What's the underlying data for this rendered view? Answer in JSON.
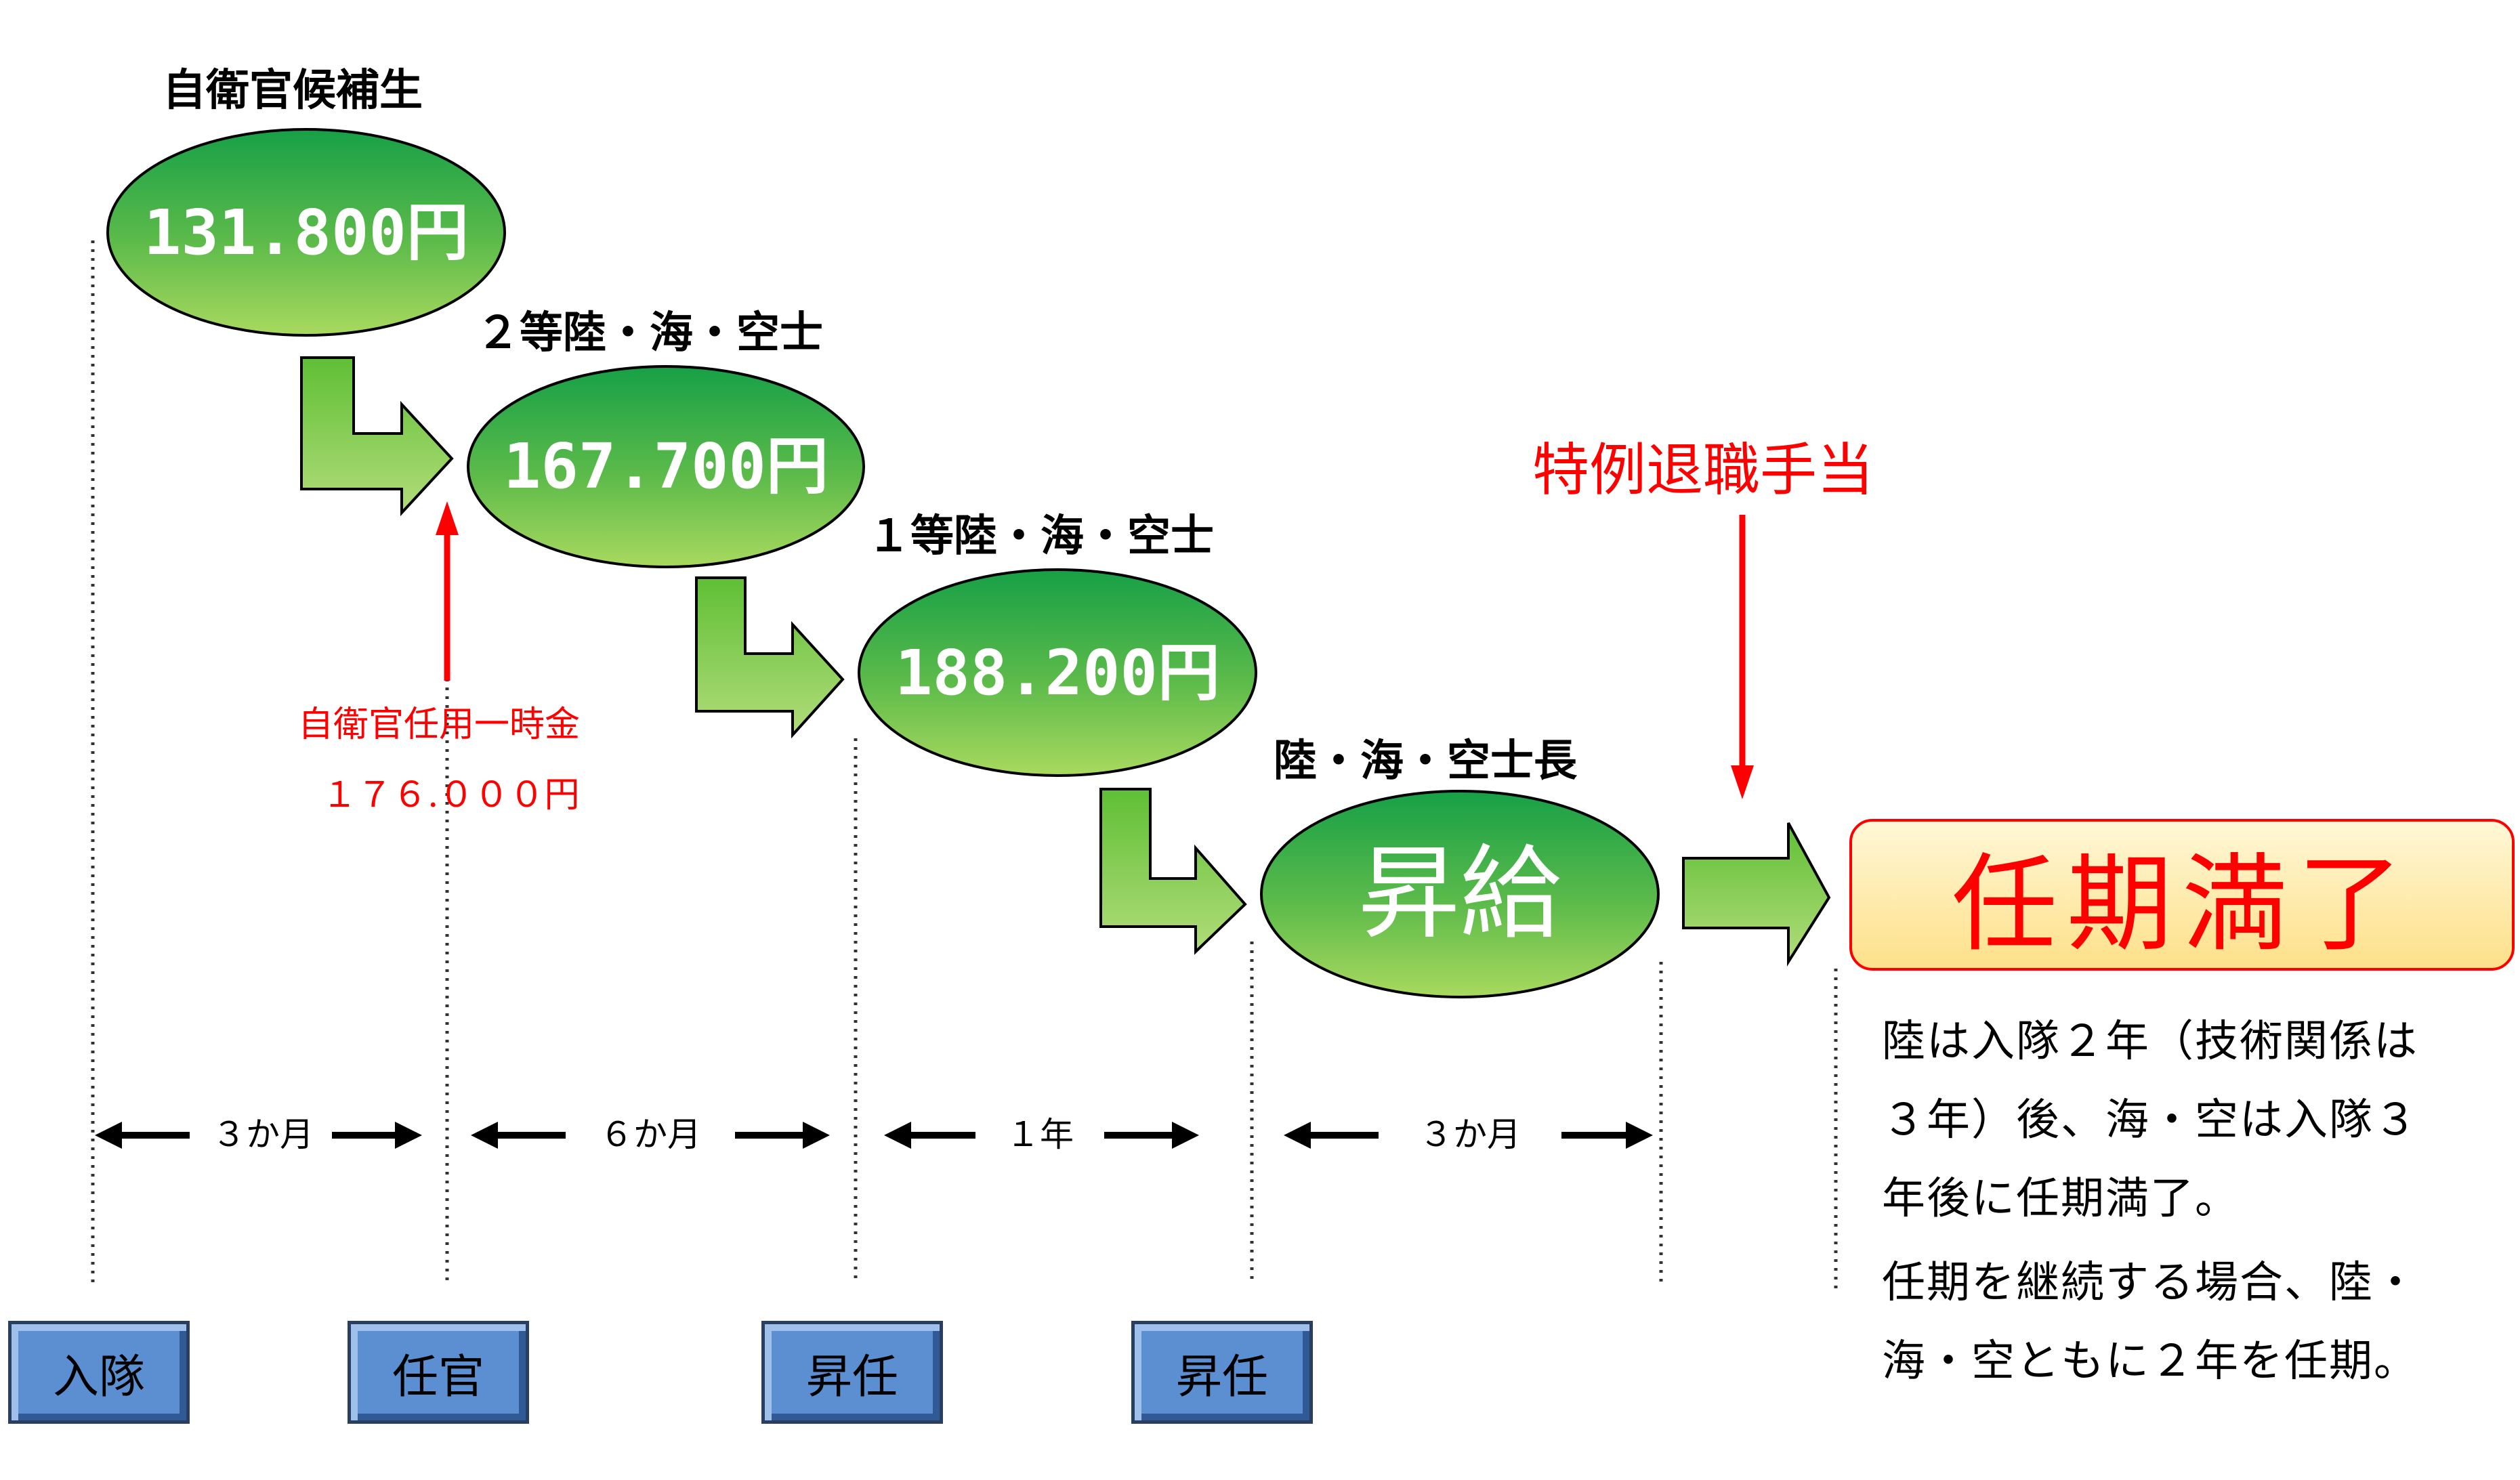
{
  "stages": [
    {
      "rank": "自衛官候補生",
      "pay": "131.800円"
    },
    {
      "rank": "２等陸・海・空士",
      "pay": "167.700円"
    },
    {
      "rank": "１等陸・海・空士",
      "pay": "188.200円"
    },
    {
      "rank": "陸・海・空士長",
      "pay": "昇給"
    }
  ],
  "lump_sum": {
    "label": "自衛官任用一時金",
    "amount": "１７６.０００円"
  },
  "special_retirement": "特例退職手当",
  "term_end": "任期満了",
  "periods": [
    "３か月",
    "６か月",
    "１年",
    "３か月"
  ],
  "events": [
    "入隊",
    "任官",
    "昇任",
    "昇任"
  ],
  "notes": [
    "陸は入隊２年（技術関係は",
    "３年）後、海・空は入隊３",
    "年後に任期満了。",
    "任期を継続する場合、陸・",
    "海・空ともに２年を任期。"
  ],
  "colors": {
    "oval_top": "#1a9e45",
    "oval_bottom": "#a8d860",
    "arrow_green": "#8ccf4a",
    "red": "#ff0000",
    "box_blue": "#5b8fd1"
  }
}
